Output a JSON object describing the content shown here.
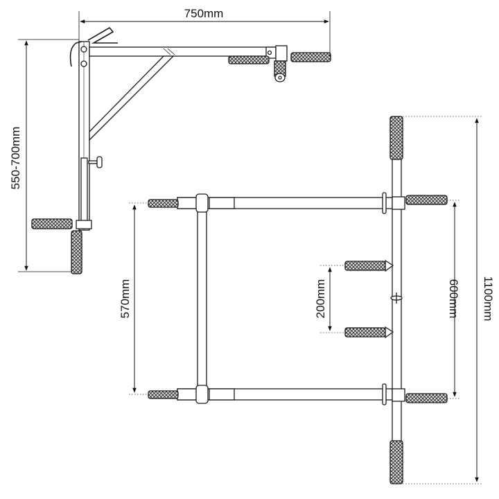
{
  "dimensions": {
    "total_width": "750mm",
    "wall_height": "550-700mm",
    "handle_spacing": "570mm",
    "inner_grip_spacing": "200mm",
    "outer_grip_spacing": "600mm",
    "overall_length": "1100mm"
  },
  "colors": {
    "line": "#1a1a1a",
    "frame_fill": "#ffffff",
    "grip_fill": "#d9d9d9"
  }
}
